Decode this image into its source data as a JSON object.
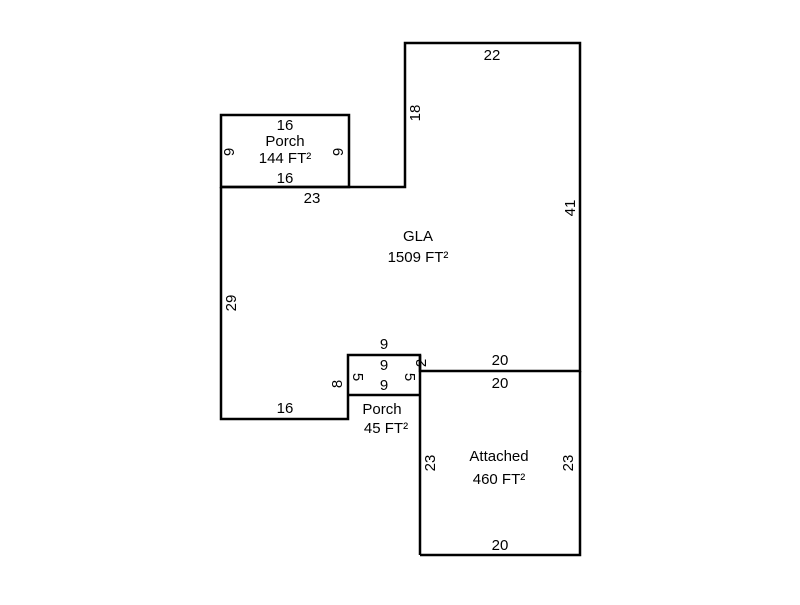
{
  "areas": {
    "gla": {
      "name": "GLA",
      "area": "1509 FT²"
    },
    "porch_top": {
      "name": "Porch",
      "area": "144 FT²"
    },
    "porch_small": {
      "name": "Porch",
      "area": "45 FT²"
    },
    "attached": {
      "name": "Attached",
      "area": "460 FT²"
    }
  },
  "dims": {
    "top_22": "22",
    "right_41": "41",
    "left_18": "18",
    "mid_23": "23",
    "left_29": "29",
    "bottom_16": "16",
    "porch_top_16a": "16",
    "porch_top_16b": "16",
    "porch_top_9l": "9",
    "porch_top_9r": "9",
    "sp_9a": "9",
    "sp_9b": "9",
    "sp_9c": "9",
    "sp_5l": "5",
    "sp_5r": "5",
    "sp_8": "8",
    "sp_2": "2",
    "att_20a": "20",
    "att_20b": "20",
    "att_20c": "20",
    "att_23l": "23",
    "att_23r": "23"
  }
}
